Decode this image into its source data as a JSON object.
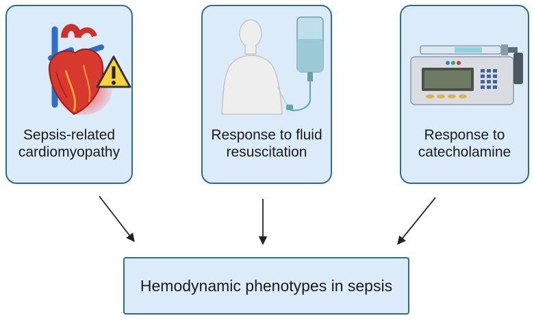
{
  "cards": [
    {
      "label": "Sepsis-related\ncardiomyopathy",
      "icon": "heart-warning-icon"
    },
    {
      "label": "Response to fluid\nresuscitation",
      "icon": "patient-iv-bag-icon"
    },
    {
      "label": "Response to\ncatecholamine",
      "icon": "syringe-pump-icon"
    }
  ],
  "outcome": {
    "label": "Hemodynamic phenotypes in sepsis"
  },
  "colors": {
    "card_fill": "#dcebf9",
    "card_border": "#2f6c88",
    "arrow": "#222222"
  }
}
